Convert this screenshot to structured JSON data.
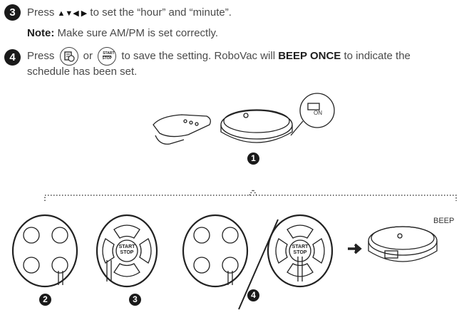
{
  "steps": [
    {
      "number": "3",
      "text_pre": "Press ",
      "arrows": "▲▼◀ ▶",
      "text_post": " to set the “hour” and “minute”.",
      "note_label": "Note:",
      "note_text": " Make sure AM/PM is set correctly."
    },
    {
      "number": "4",
      "text_pre": "Press ",
      "or": " or ",
      "text_mid": " to save the setting. RoboVac will ",
      "bold": "BEEP ONCE",
      "text_post": " to indicate the",
      "line2": "schedule has been set."
    }
  ],
  "start_stop_icon": {
    "top": "START",
    "bottom": "STOP"
  },
  "icons": [
    "schedule-icon",
    "start-stop-icon"
  ],
  "figure": {
    "switch_label": "ON",
    "callouts": [
      "1",
      "2",
      "3",
      "4"
    ],
    "dpad": {
      "start": "START",
      "stop": "STOP"
    },
    "beep_label": "BEEP"
  }
}
